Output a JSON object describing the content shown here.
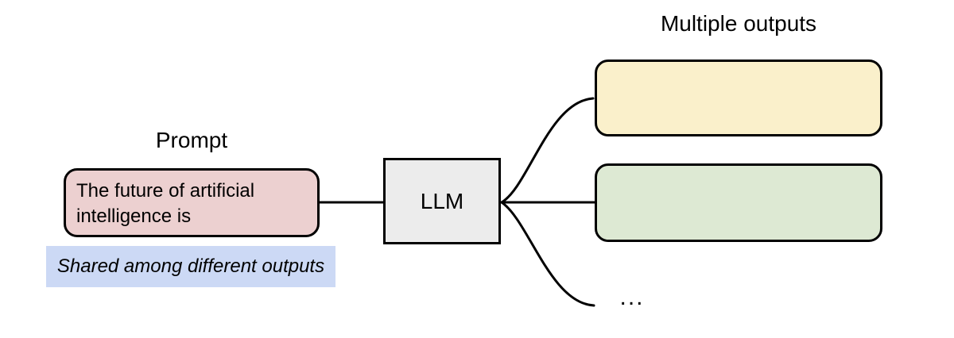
{
  "diagram": {
    "prompt": {
      "label": "Prompt",
      "box_text": "The future of artificial intelligence is",
      "box_fill": "#ecd0d0"
    },
    "shared_note": {
      "text": "Shared among different outputs",
      "fill": "#ccd9f5"
    },
    "llm": {
      "label": "LLM",
      "fill": "#ececec"
    },
    "outputs": {
      "label": "Multiple outputs",
      "boxes": [
        {
          "fill": "#faf0cb"
        },
        {
          "fill": "#dde9d3"
        }
      ],
      "ellipsis": "..."
    },
    "stroke_color": "#000000"
  }
}
